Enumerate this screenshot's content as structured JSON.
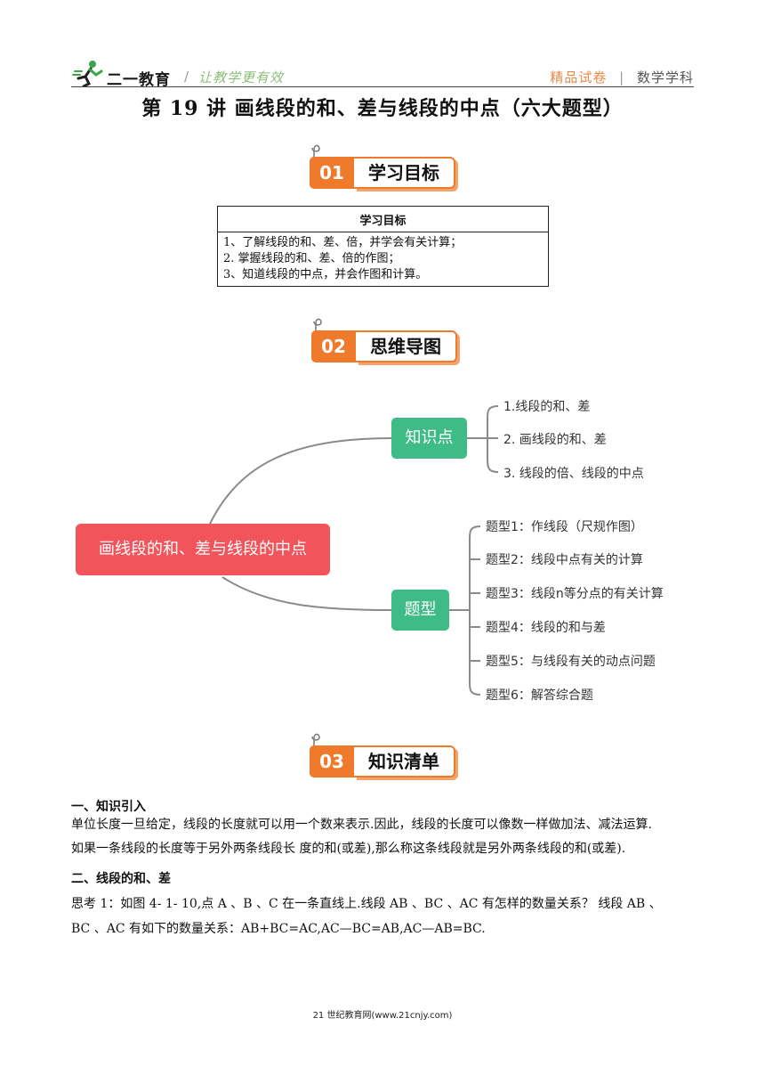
{
  "header": {
    "logo_text": "二一教育",
    "separator": "/",
    "slogan": "让教学更有效",
    "right_label": "精品试卷",
    "right_divider": "|",
    "right_subject": "数学学科",
    "colors": {
      "logo_green": "#3aa64b",
      "slogan": "#8bbf7a",
      "right_label": "#e88a4a"
    }
  },
  "title": "第 19 讲  画线段的和、差与线段的中点（六大题型）",
  "sections": [
    {
      "num": "01",
      "label": "学习目标"
    },
    {
      "num": "02",
      "label": "思维导图"
    },
    {
      "num": "03",
      "label": "知识清单"
    }
  ],
  "objectives": {
    "header": "学习目标",
    "lines": [
      "1、了解线段的和、差、倍，并学会有关计算；",
      "2.    掌握线段的和、差、倍的作图；",
      "3、知道线段的中点，并会作图和计算。"
    ]
  },
  "mindmap": {
    "root": "画线段的和、差与线段的中点",
    "branches": [
      {
        "label": "知识点",
        "items": [
          "1.线段的和、差",
          "2. 画线段的和、差",
          "3. 线段的倍、线段的中点"
        ]
      },
      {
        "label": "题型",
        "items": [
          "题型1：作线段（尺规作图）",
          "题型2：线段中点有关的计算",
          "题型3：线段n等分点的有关计算",
          "题型4：线段的和与差",
          "题型5：与线段有关的动点问题",
          "题型6：解答综合题"
        ]
      }
    ],
    "colors": {
      "root": "#f2545b",
      "node": "#3ebb86",
      "line": "#8a8a8a"
    }
  },
  "content": {
    "h1": "一、知识引入",
    "p1_line1": "单位长度一旦给定，线段的长度就可以用一个数来表示.因此，线段的长度可以像数一样做加法、减法运算.",
    "p1_line2": "如果一条线段的长度等于另外两条线段长  度的和(或差),那么称这条线段就是另外两条线段的和(或差).",
    "h2": "二、线段的和、差",
    "p2_line1": "思考 1：如图 4- 1- 10,点 A  、B  、C  在一条直线上.线段 AB  、BC  、AC 有怎样的数量关系？   线段 AB  、",
    "p2_line2": "BC  、AC 有如下的数量关系：AB+BC=AC,AC—BC=AB,AC—AB=BC."
  },
  "footer": "21 世纪教育网(www.21cnjy.com)"
}
